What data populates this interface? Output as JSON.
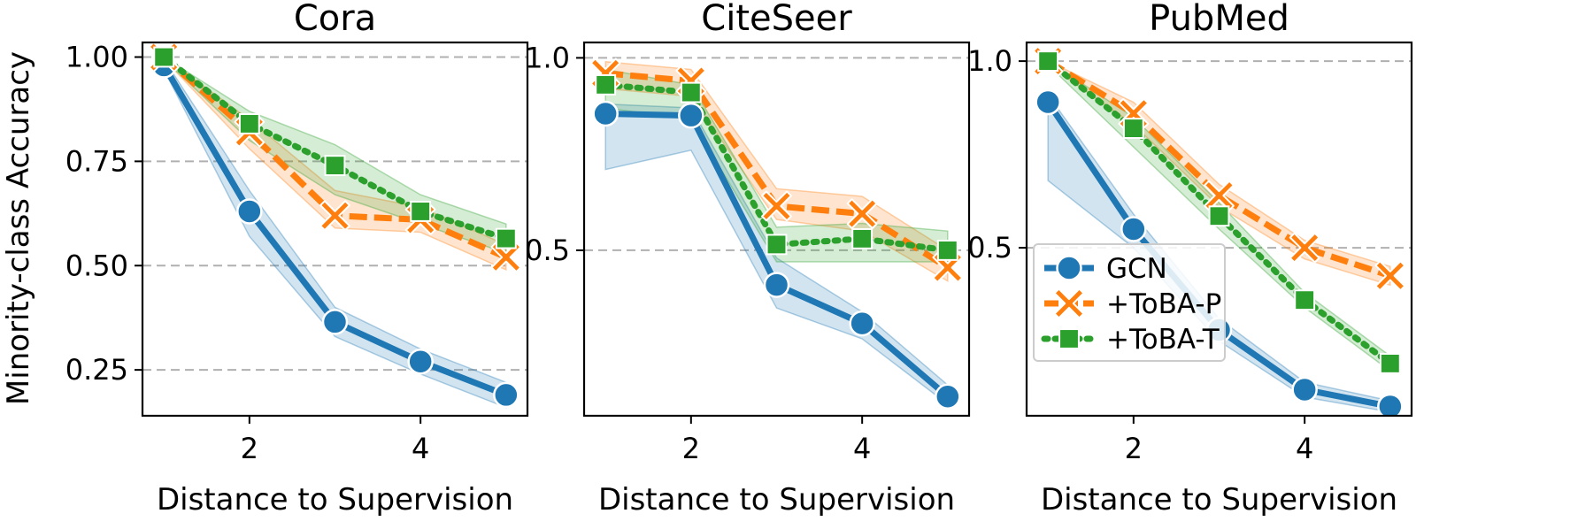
{
  "figure": {
    "ylabel": "Minority-class Accuracy",
    "xlabel": "Distance to Supervision"
  },
  "legend": {
    "panel": 2,
    "entries": [
      {
        "label": "GCN",
        "series": 0
      },
      {
        "label": "+ToBA-P",
        "series": 1
      },
      {
        "label": "+ToBA-T",
        "series": 2
      }
    ]
  },
  "series_style": [
    {
      "name": "GCN",
      "color": "#1f77b4",
      "marker": "circle",
      "dash": "solid"
    },
    {
      "name": "+ToBA-P",
      "color": "#ff7f0e",
      "marker": "x",
      "dash": "dashed"
    },
    {
      "name": "+ToBA-T",
      "color": "#2ca02c",
      "marker": "square",
      "dash": "dotted"
    }
  ],
  "chart_data": [
    {
      "type": "line",
      "title": "Cora",
      "xlabel": "Distance to Supervision",
      "ylabel": "Minority-class Accuracy",
      "x": [
        1,
        2,
        3,
        4,
        5
      ],
      "xlim": [
        0.75,
        5.25
      ],
      "ylim": [
        0.14,
        1.035
      ],
      "xticks": [
        2,
        4
      ],
      "yticks": [
        0.25,
        0.5,
        0.75,
        1.0
      ],
      "ytick_labels": [
        "0.25",
        "0.50",
        "0.75",
        "1.00"
      ],
      "grid": "y-dashed",
      "series": [
        {
          "name": "GCN",
          "values": [
            0.98,
            0.63,
            0.365,
            0.27,
            0.19
          ],
          "lower": [
            0.97,
            0.57,
            0.33,
            0.24,
            0.16
          ],
          "upper": [
            0.995,
            0.68,
            0.4,
            0.3,
            0.22
          ]
        },
        {
          "name": "+ToBA-P",
          "values": [
            1.0,
            0.82,
            0.62,
            0.61,
            0.52
          ],
          "lower": [
            0.995,
            0.78,
            0.59,
            0.58,
            0.49
          ],
          "upper": [
            1.0,
            0.85,
            0.68,
            0.64,
            0.55
          ]
        },
        {
          "name": "+ToBA-T",
          "values": [
            1.0,
            0.84,
            0.74,
            0.63,
            0.565
          ],
          "lower": [
            0.995,
            0.8,
            0.67,
            0.6,
            0.53
          ],
          "upper": [
            1.0,
            0.87,
            0.79,
            0.67,
            0.6
          ]
        }
      ]
    },
    {
      "type": "line",
      "title": "CiteSeer",
      "xlabel": "Distance to Supervision",
      "ylabel": "",
      "x": [
        1,
        2,
        3,
        4,
        5
      ],
      "xlim": [
        0.75,
        5.25
      ],
      "ylim": [
        0.07,
        1.04
      ],
      "xticks": [
        2,
        4
      ],
      "yticks": [
        0.5,
        1.0
      ],
      "ytick_labels": [
        "0.5",
        "1.0"
      ],
      "grid": "y-dashed",
      "series": [
        {
          "name": "GCN",
          "values": [
            0.855,
            0.85,
            0.41,
            0.31,
            0.12
          ],
          "lower": [
            0.71,
            0.76,
            0.35,
            0.27,
            0.1
          ],
          "upper": [
            0.88,
            0.87,
            0.48,
            0.34,
            0.15
          ]
        },
        {
          "name": "+ToBA-P",
          "values": [
            0.96,
            0.94,
            0.615,
            0.595,
            0.455
          ],
          "lower": [
            0.92,
            0.9,
            0.58,
            0.55,
            0.42
          ],
          "upper": [
            0.99,
            0.97,
            0.66,
            0.64,
            0.5
          ]
        },
        {
          "name": "+ToBA-T",
          "values": [
            0.93,
            0.91,
            0.515,
            0.53,
            0.5
          ],
          "lower": [
            0.87,
            0.84,
            0.47,
            0.47,
            0.47
          ],
          "upper": [
            0.97,
            0.93,
            0.56,
            0.57,
            0.55
          ]
        }
      ]
    },
    {
      "type": "line",
      "title": "PubMed",
      "xlabel": "Distance to Supervision",
      "ylabel": "",
      "x": [
        1,
        2,
        3,
        4,
        5
      ],
      "xlim": [
        0.75,
        5.25
      ],
      "ylim": [
        0.05,
        1.05
      ],
      "xticks": [
        2,
        4
      ],
      "yticks": [
        0.5,
        1.0
      ],
      "ytick_labels": [
        "0.5",
        "1.0"
      ],
      "grid": "y-dashed",
      "series": [
        {
          "name": "GCN",
          "values": [
            0.89,
            0.55,
            0.28,
            0.12,
            0.075
          ],
          "lower": [
            0.68,
            0.5,
            0.25,
            0.1,
            0.06
          ],
          "upper": [
            0.91,
            0.59,
            0.31,
            0.14,
            0.09
          ]
        },
        {
          "name": "+ToBA-P",
          "values": [
            1.0,
            0.86,
            0.64,
            0.5,
            0.425
          ],
          "lower": [
            0.99,
            0.83,
            0.61,
            0.47,
            0.4
          ],
          "upper": [
            1.0,
            0.89,
            0.67,
            0.52,
            0.45
          ]
        },
        {
          "name": "+ToBA-T",
          "values": [
            1.0,
            0.82,
            0.585,
            0.36,
            0.19
          ],
          "lower": [
            0.99,
            0.77,
            0.55,
            0.34,
            0.17
          ],
          "upper": [
            1.0,
            0.85,
            0.62,
            0.38,
            0.21
          ]
        }
      ]
    }
  ]
}
